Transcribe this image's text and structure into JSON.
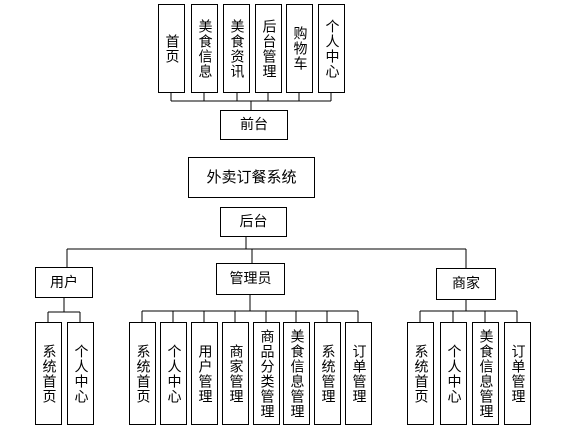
{
  "front": {
    "root": "前台",
    "items": [
      "首页",
      "美食信息",
      "美食资讯",
      "后台管理",
      "购物车",
      "个人中心"
    ]
  },
  "system_title": "外卖订餐系统",
  "back": {
    "root": "后台",
    "groups": [
      {
        "label": "用户",
        "items": [
          "系统首页",
          "个人中心"
        ]
      },
      {
        "label": "管理员",
        "items": [
          "系统首页",
          "个人中心",
          "用户管理",
          "商家管理",
          "商品分类管理",
          "美食信息管理",
          "系统管理",
          "订单管理"
        ]
      },
      {
        "label": "商家",
        "items": [
          "系统首页",
          "个人中心",
          "美食信息管理",
          "订单管理"
        ]
      }
    ]
  }
}
